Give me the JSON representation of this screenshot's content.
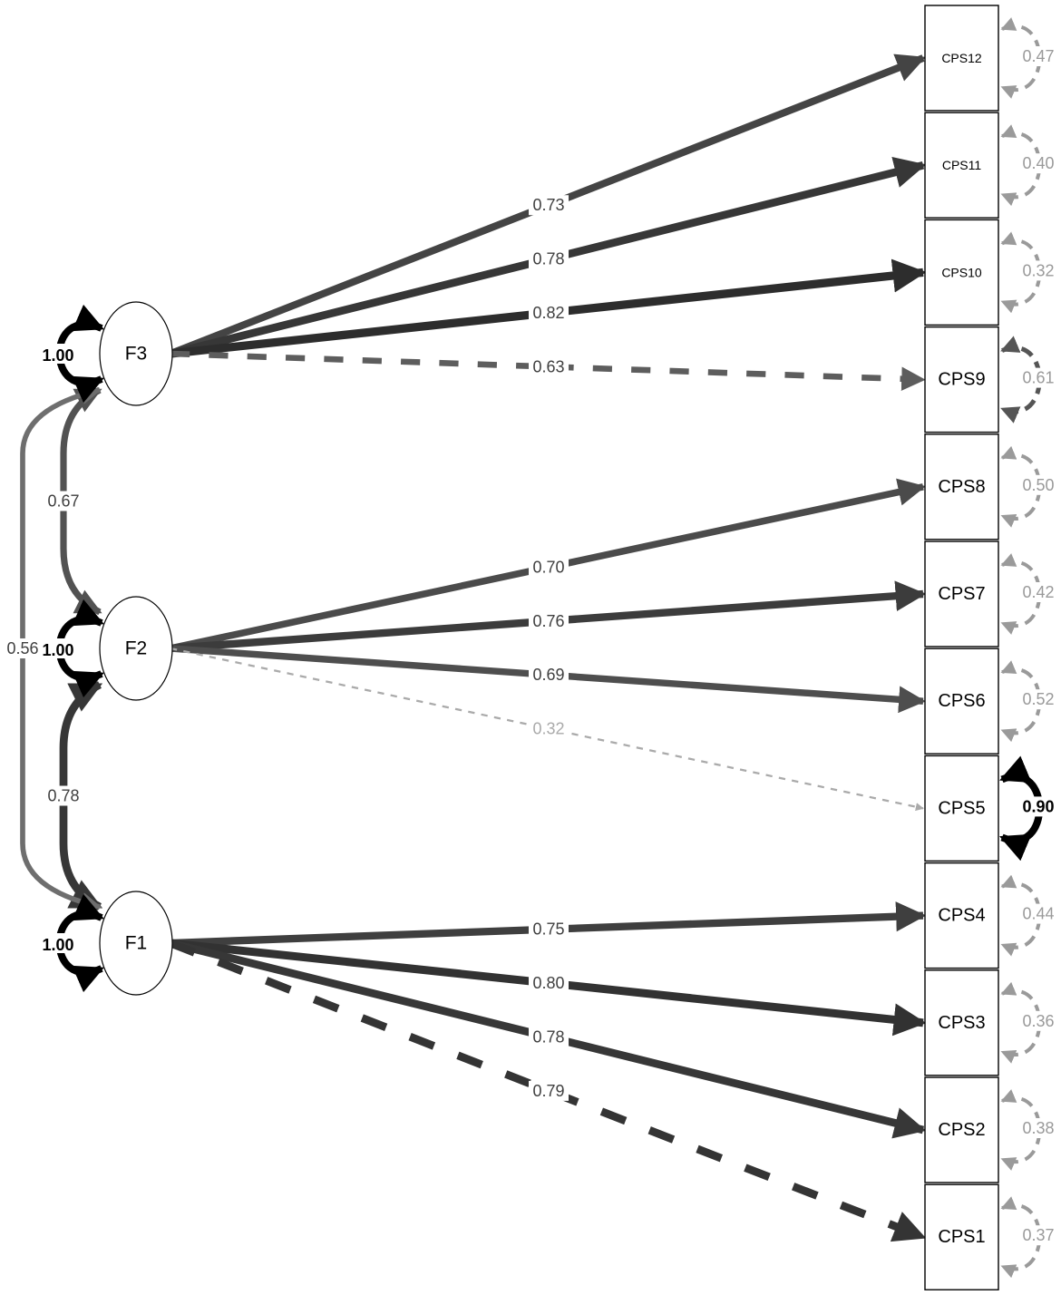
{
  "diagram": {
    "factors": [
      {
        "id": "F3",
        "label": "F3",
        "variance": "1.00"
      },
      {
        "id": "F2",
        "label": "F2",
        "variance": "1.00"
      },
      {
        "id": "F1",
        "label": "F1",
        "variance": "1.00"
      }
    ],
    "indicators": [
      {
        "id": "CPS12",
        "label": "CPS12",
        "residual": "0.47"
      },
      {
        "id": "CPS11",
        "label": "CPS11",
        "residual": "0.40"
      },
      {
        "id": "CPS10",
        "label": "CPS10",
        "residual": "0.32"
      },
      {
        "id": "CPS9",
        "label": "CPS9",
        "residual": "0.61"
      },
      {
        "id": "CPS8",
        "label": "CPS8",
        "residual": "0.50"
      },
      {
        "id": "CPS7",
        "label": "CPS7",
        "residual": "0.42"
      },
      {
        "id": "CPS6",
        "label": "CPS6",
        "residual": "0.52"
      },
      {
        "id": "CPS5",
        "label": "CPS5",
        "residual": "0.90"
      },
      {
        "id": "CPS4",
        "label": "CPS4",
        "residual": "0.44"
      },
      {
        "id": "CPS3",
        "label": "CPS3",
        "residual": "0.36"
      },
      {
        "id": "CPS2",
        "label": "CPS2",
        "residual": "0.38"
      },
      {
        "id": "CPS1",
        "label": "CPS1",
        "residual": "0.37"
      }
    ],
    "loadings": [
      {
        "from": "F3",
        "to": "CPS12",
        "value": "0.73",
        "dashed": false
      },
      {
        "from": "F3",
        "to": "CPS11",
        "value": "0.78",
        "dashed": false
      },
      {
        "from": "F3",
        "to": "CPS10",
        "value": "0.82",
        "dashed": false
      },
      {
        "from": "F3",
        "to": "CPS9",
        "value": "0.63",
        "dashed": true
      },
      {
        "from": "F2",
        "to": "CPS8",
        "value": "0.70",
        "dashed": false
      },
      {
        "from": "F2",
        "to": "CPS7",
        "value": "0.76",
        "dashed": false
      },
      {
        "from": "F2",
        "to": "CPS6",
        "value": "0.69",
        "dashed": false
      },
      {
        "from": "F2",
        "to": "CPS5",
        "value": "0.32",
        "dashed": true
      },
      {
        "from": "F1",
        "to": "CPS4",
        "value": "0.75",
        "dashed": false
      },
      {
        "from": "F1",
        "to": "CPS3",
        "value": "0.80",
        "dashed": false
      },
      {
        "from": "F1",
        "to": "CPS2",
        "value": "0.78",
        "dashed": false
      },
      {
        "from": "F1",
        "to": "CPS1",
        "value": "0.79",
        "dashed": true
      }
    ],
    "covariances": [
      {
        "a": "F3",
        "b": "F2",
        "value": "0.67"
      },
      {
        "a": "F2",
        "b": "F1",
        "value": "0.78"
      },
      {
        "a": "F3",
        "b": "F1",
        "value": "0.56"
      }
    ]
  }
}
